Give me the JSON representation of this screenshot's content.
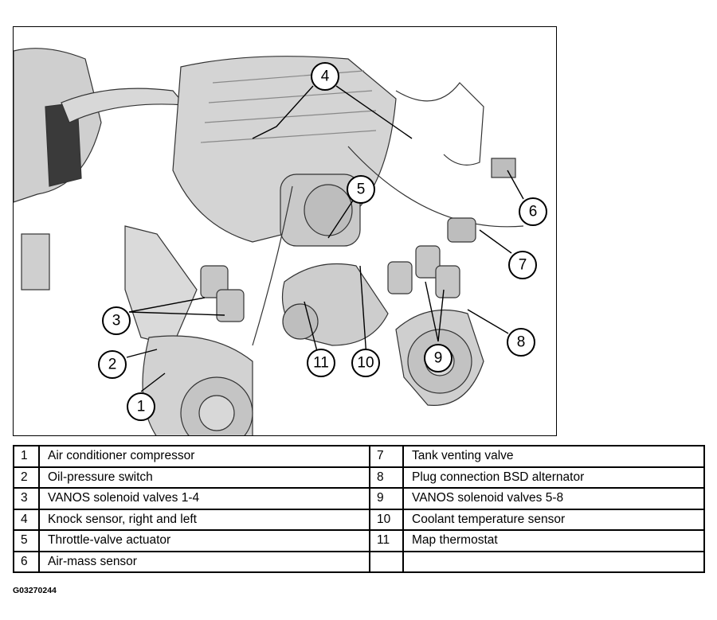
{
  "figure_id": "G03270244",
  "callouts": [
    "1",
    "2",
    "3",
    "4",
    "5",
    "6",
    "7",
    "8",
    "9",
    "10",
    "11"
  ],
  "legend": [
    {
      "left_num": "1",
      "left_label": "Air conditioner compressor",
      "right_num": "7",
      "right_label": "Tank venting valve"
    },
    {
      "left_num": "2",
      "left_label": "Oil-pressure switch",
      "right_num": "8",
      "right_label": "Plug connection BSD alternator"
    },
    {
      "left_num": "3",
      "left_label": "VANOS solenoid valves 1-4",
      "right_num": "9",
      "right_label": "VANOS solenoid valves 5-8"
    },
    {
      "left_num": "4",
      "left_label": "Knock sensor, right and left",
      "right_num": "10",
      "right_label": "Coolant temperature sensor"
    },
    {
      "left_num": "5",
      "left_label": "Throttle-valve actuator",
      "right_num": "11",
      "right_label": "Map thermostat"
    },
    {
      "left_num": "6",
      "left_label": "Air-mass sensor",
      "right_num": "",
      "right_label": ""
    }
  ]
}
